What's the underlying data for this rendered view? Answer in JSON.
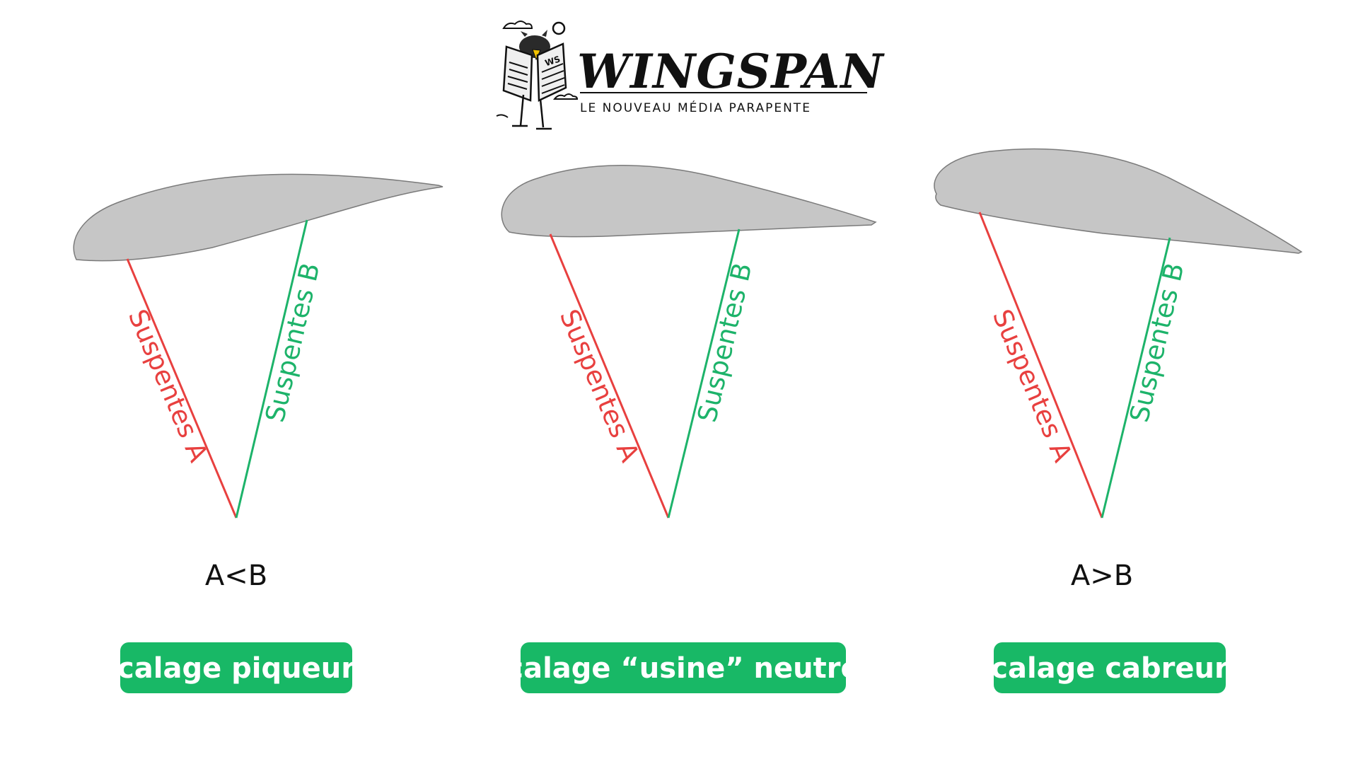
{
  "header": {
    "brand_name": "WINGSPAN",
    "tagline": "LE NOUVEAU MÉDIA PARAPENTE",
    "logo_icon": "bird-reading-newspaper-icon",
    "newspaper_mark": "WS"
  },
  "colors": {
    "wing_fill": "#c6c6c6",
    "wing_stroke": "#7a7a7a",
    "line_a": "#e8403f",
    "line_b": "#1db36a",
    "badge_bg": "#18b866",
    "badge_text": "#ffffff",
    "text": "#111111"
  },
  "panels": [
    {
      "line_a_label": "Suspentes A",
      "line_b_label": "Suspentes B",
      "ratio_label": "A<B",
      "badge_label": "calage piqueur"
    },
    {
      "line_a_label": "Suspentes A",
      "line_b_label": "Suspentes B",
      "ratio_label": "",
      "badge_label": "calage “usine” neutre"
    },
    {
      "line_a_label": "Suspentes A",
      "line_b_label": "Suspentes B",
      "ratio_label": "A>B",
      "badge_label": "calage cabreur"
    }
  ]
}
